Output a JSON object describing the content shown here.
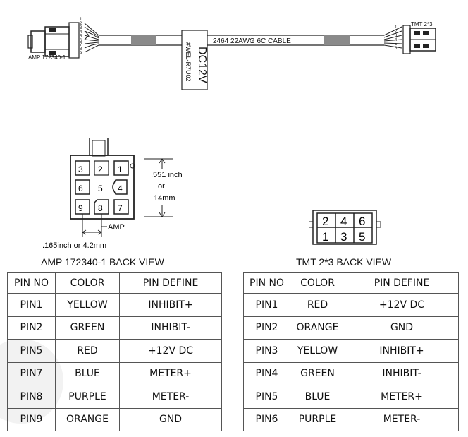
{
  "cable": {
    "left_connector_label": "AMP 172340-1",
    "right_connector_label": "TMT 2*3",
    "cable_label": "2464  22AWG  6C  CABLE",
    "tag_voltage": "DC12V",
    "tag_model": "#WEL-R7U02",
    "left_pins": [
      "1",
      "2",
      "3",
      "4",
      "5",
      "6",
      "7",
      "8",
      "9"
    ],
    "right_pins": [
      "1",
      "2",
      "3",
      "4",
      "5",
      "6"
    ]
  },
  "amp_view": {
    "pins_row1": [
      "3",
      "2",
      "1"
    ],
    "pins_row2": [
      "6",
      "5",
      "4"
    ],
    "pins_row3": [
      "9",
      "8",
      "7"
    ],
    "height_dim_1": ".551 inch",
    "height_dim_2": "or",
    "height_dim_3": "14mm",
    "width_dim": ".165inch or 4.2mm",
    "connector_label": "AMP",
    "title": "AMP 172340-1 BACK VIEW"
  },
  "tmt_view": {
    "pins_top": [
      "2",
      "4",
      "6"
    ],
    "pins_bottom": [
      "1",
      "3",
      "5"
    ],
    "title": "TMT 2*3 BACK VIEW"
  },
  "amp_table": {
    "headers": [
      "PIN NO",
      "COLOR",
      "PIN DEFINE"
    ],
    "rows": [
      [
        "PIN1",
        "YELLOW",
        "INHIBIT+"
      ],
      [
        "PIN2",
        "GREEN",
        "INHIBIT-"
      ],
      [
        "PIN5",
        "RED",
        "+12V DC"
      ],
      [
        "PIN7",
        "BLUE",
        "METER+"
      ],
      [
        "PIN8",
        "PURPLE",
        "METER-"
      ],
      [
        "PIN9",
        "ORANGE",
        "GND"
      ]
    ]
  },
  "tmt_table": {
    "headers": [
      "PIN NO",
      "COLOR",
      "PIN DEFINE"
    ],
    "rows": [
      [
        "PIN1",
        "RED",
        "+12V DC"
      ],
      [
        "PIN2",
        "ORANGE",
        "GND"
      ],
      [
        "PIN3",
        "YELLOW",
        "INHIBIT+"
      ],
      [
        "PIN4",
        "GREEN",
        "INHIBIT-"
      ],
      [
        "PIN5",
        "BLUE",
        "METER+"
      ],
      [
        "PIN6",
        "PURPLE",
        "METER-"
      ]
    ]
  },
  "colors": {
    "line": "#222222",
    "cable_band": "#8a8a8a",
    "border": "#555555"
  }
}
